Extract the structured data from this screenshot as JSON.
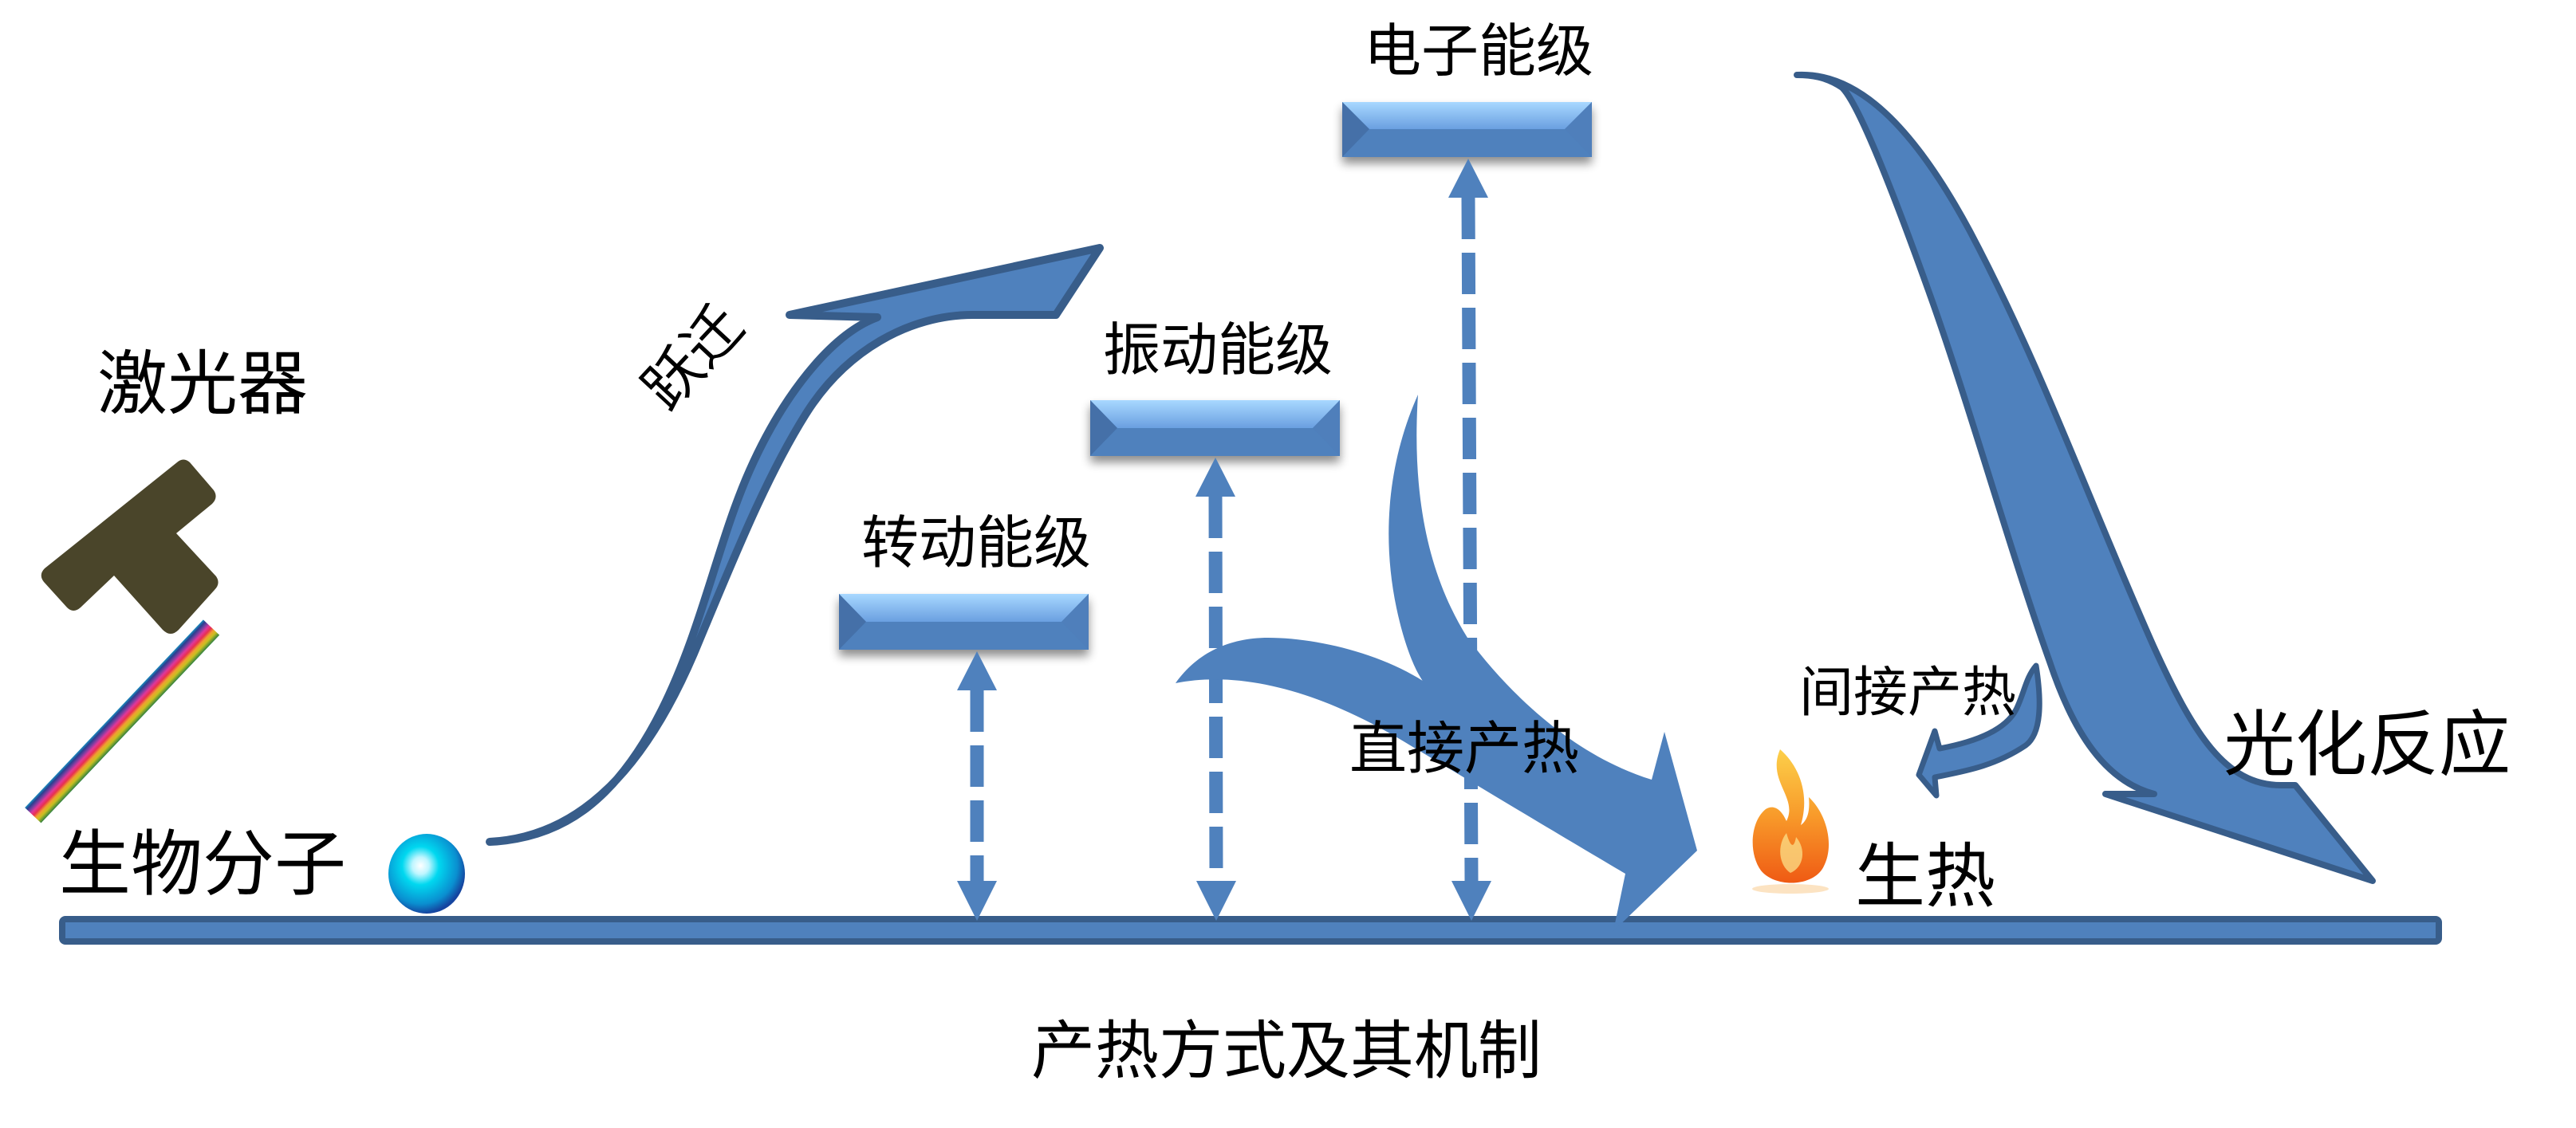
{
  "diagram": {
    "caption": "产热方式及其机制",
    "colors": {
      "arrow_fill": "#4f81bd",
      "arrow_stroke": "#385d8a",
      "level_light": "#9dd0fb",
      "level_dark": "#4a7ebb",
      "laser_body": "#4a452a",
      "flame_outer": "#f26b1d",
      "flame_inner": "#fbb03b",
      "molecule": "#00b4e6"
    },
    "nodes": {
      "laser": "激光器",
      "molecule": "生物分子",
      "heat": "生热"
    },
    "energy_levels": [
      {
        "id": "rotational",
        "label": "转动能级"
      },
      {
        "id": "vibrational",
        "label": "振动能级"
      },
      {
        "id": "electronic",
        "label": "电子能级"
      }
    ],
    "processes": {
      "transition": "跃迁",
      "direct_heat": "直接产热",
      "indirect_heat": "间接产热",
      "photochemical": "光化反应"
    }
  }
}
